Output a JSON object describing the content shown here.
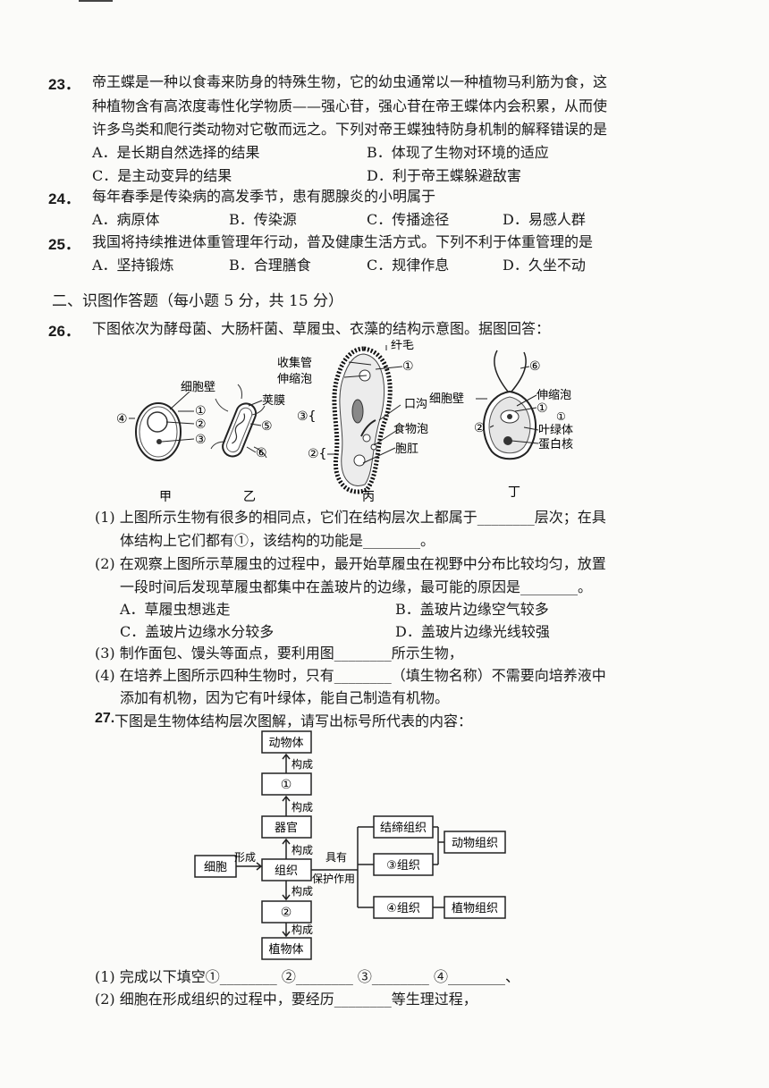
{
  "q23": {
    "num": "23．",
    "line1": "帝王蝶是一种以食毒来防身的特殊生物，它的幼虫通常以一种植物马利筋为食，这",
    "line2": "种植物含有高浓度毒性化学物质——强心苷，强心苷在帝王蝶体内会积累，从而使",
    "line3": "许多鸟类和爬行类动物对它敬而远之。下列对帝王蝶独特防身机制的解释错误的是",
    "opt_a": "A．是长期自然选择的结果",
    "opt_b": "B．体现了生物对环境的适应",
    "opt_c": "C．是主动变异的结果",
    "opt_d": "D．利于帝王蝶躲避敌害"
  },
  "q24": {
    "num": "24．",
    "stem": "每年春季是传染病的高发季节，患有腮腺炎的小明属于",
    "opt_a": "A．病原体",
    "opt_b": "B．传染源",
    "opt_c": "C．传播途径",
    "opt_d": "D．易感人群"
  },
  "q25": {
    "num": "25．",
    "stem": "我国将持续推进体重管理年行动，普及健康生活方式。下列不利于体重管理的是",
    "opt_a": "A．坚持锻炼",
    "opt_b": "B．合理膳食",
    "opt_c": "C．规律作息",
    "opt_d": "D．久坐不动"
  },
  "section2": {
    "title": "二、识图作答题（每小题 5 分，共 15 分）"
  },
  "q26": {
    "num": "26．",
    "stem": "下图依次为酵母菌、大肠杆菌、草履虫、衣藻的结构示意图。据图回答：",
    "fig": {
      "jia": "甲",
      "yi": "乙",
      "bing": "丙",
      "ding": "丁",
      "cell_wall": "细胞壁",
      "capsule": "荚膜",
      "c1": "①",
      "c2": "②",
      "c3": "③",
      "c4": "④",
      "c5": "⑤",
      "c6": "⑥",
      "b3": "③{",
      "b2": "②{",
      "cilia": "纤毛",
      "collecting_tube": "收集管",
      "contractile_vacuole": "伸缩泡",
      "oral_groove": "口沟",
      "food_vacuole": "食物泡",
      "anal_pore": "胞肛",
      "d_cell_wall": "细胞壁",
      "d_contractile": "伸缩泡",
      "d_chloroplast": "叶绿体",
      "d_pyrenoid": "蛋白核"
    },
    "p1a": "(1) 上图所示生物有很多的相同点，它们在结构层次上都属于________层次；在具",
    "p1b": "体结构上它们都有①，该结构的功能是________。",
    "p2a": "(2) 在观察上图所示草履虫的过程中，最开始草履虫在视野中分布比较均匀，放置",
    "p2b": "一段时间后发现草履虫都集中在盖玻片的边缘，最可能的原因是________。",
    "p2_opt_a": "A．草履虫想逃走",
    "p2_opt_b": "B．盖玻片边缘空气较多",
    "p2_opt_c": "C．盖玻片边缘水分较多",
    "p2_opt_d": "D．盖玻片边缘光线较强",
    "p3": "(3) 制作面包、馒头等面点，要利用图________所示生物，",
    "p4a": "(4) 在培养上图所示四种生物时，只有________（填生物名称）不需要向培养液中",
    "p4b": "添加有机物，因为它有叶绿体，能自己制造有机物。"
  },
  "q27": {
    "num": "27.",
    "stem": "下图是生物体结构层次图解，请写出标号所代表的内容：",
    "diagram": {
      "animal_body": "动物体",
      "form": "构成",
      "c1": "①",
      "organ": "器官",
      "cell": "细胞",
      "produce": "形成",
      "tissue": "组织",
      "c2": "②",
      "plant_body": "植物体",
      "protect1": "具有",
      "protect2": "保护作用",
      "connective": "结缔组织",
      "t3": "③组织",
      "t4": "④组织",
      "animal_tissue": "动物组织",
      "plant_tissue": "植物组织"
    },
    "p1": "(1) 完成以下填空①________ ②________ ③________ ④________、",
    "p2": "(2) 细胞在形成组织的过程中，要经历________等生理过程，"
  }
}
